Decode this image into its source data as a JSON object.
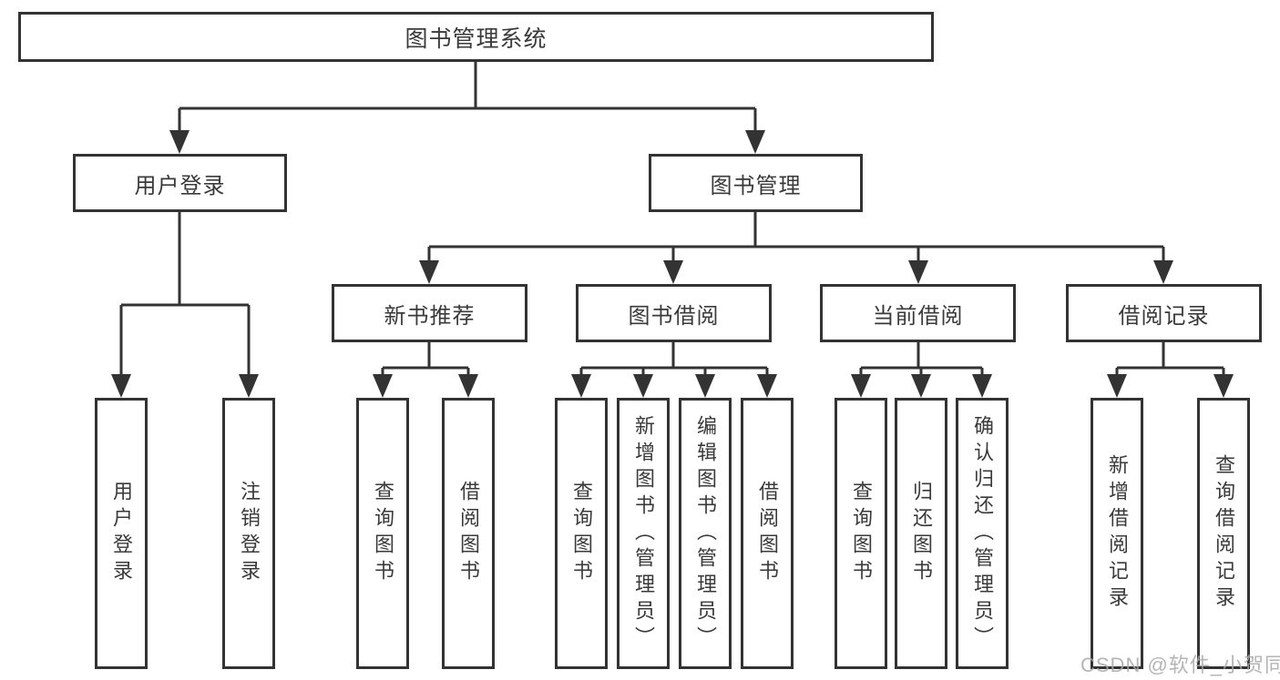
{
  "tree": {
    "label": "图书管理系统",
    "children": [
      {
        "label": "用户登录",
        "children": [
          {
            "label": "用户登录"
          },
          {
            "label": "注销登录"
          }
        ]
      },
      {
        "label": "图书管理",
        "children": [
          {
            "label": "新书推荐",
            "children": [
              {
                "label": "查询图书"
              },
              {
                "label": "借阅图书"
              }
            ]
          },
          {
            "label": "图书借阅",
            "children": [
              {
                "label": "查询图书"
              },
              {
                "label": "新增图书（管理员）"
              },
              {
                "label": "编辑图书（管理员）"
              },
              {
                "label": "借阅图书"
              }
            ]
          },
          {
            "label": "当前借阅",
            "children": [
              {
                "label": "查询图书"
              },
              {
                "label": "归还图书"
              },
              {
                "label": "确认归还（管理员）"
              }
            ]
          },
          {
            "label": "借阅记录",
            "children": [
              {
                "label": "新增借阅记录"
              },
              {
                "label": "查询借阅记录"
              }
            ]
          }
        ]
      }
    ]
  },
  "watermark": "CSDN @软件_小贺同学",
  "colors": {
    "line": "#333333",
    "box_border": "#333333",
    "text": "#3a3a3a",
    "watermark": "#a8a8a8",
    "background": "#ffffff"
  }
}
